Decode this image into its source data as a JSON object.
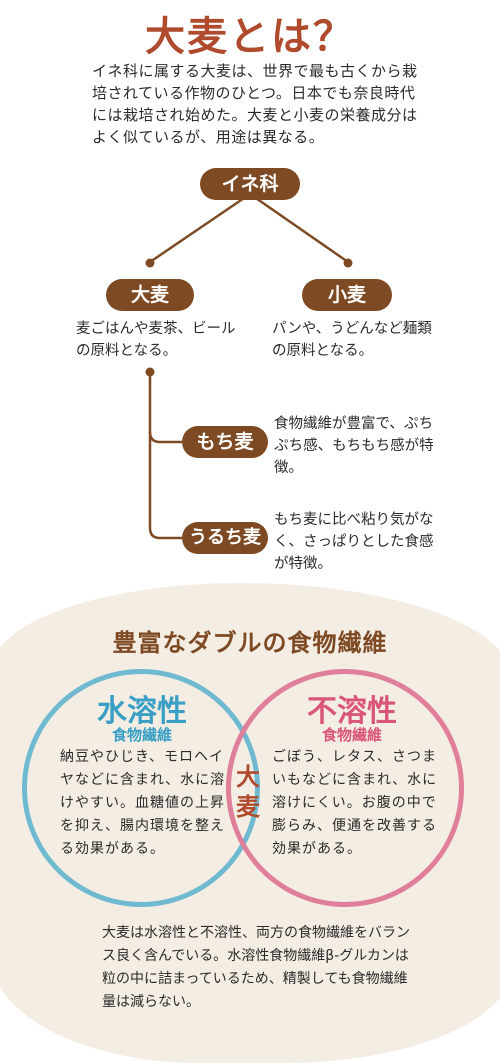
{
  "header": {
    "title": "大麦とは？",
    "intro": "イネ科に属する大麦は、世界で最も古くから栽培されている作物のひとつ。日本でも奈良時代には栽培され始めた。大麦と小麦の栄養成分はよく似ているが、用途は異なる。"
  },
  "tree": {
    "root": "イネ科",
    "left": {
      "label": "大麦",
      "desc": "麦ごはんや麦茶、ビールの原料となる。"
    },
    "right": {
      "label": "小麦",
      "desc": "パンや、うどんなど麺類の原料となる。"
    },
    "mochi": {
      "label": "もち麦",
      "desc": "食物繊維が豊富で、ぷちぷち感、もちもち感が特徴。"
    },
    "uruchi": {
      "label": "うるち麦",
      "desc": "もち麦に比べ粘り気がなく、さっぱりとした食感が特徴。"
    }
  },
  "fiber": {
    "title": "豊富なダブルの食物繊維",
    "water": {
      "label": "水溶性",
      "sub": "食物繊維",
      "desc": "納豆やひじき、モロヘイヤなどに含まれ、水に溶けやすい。血糖値の上昇を抑え、腸内環境を整える効果がある。",
      "color": "#3a9fc4"
    },
    "insoluble": {
      "label": "不溶性",
      "sub": "食物繊維",
      "desc": "ごぼう、レタス、さつまいもなどに含まれ、水に溶けにくい。お腹の中で膨らみ、便通を改善する効果がある。",
      "color": "#d9557a"
    },
    "center": "大麦",
    "summary": "大麦は水溶性と不溶性、両方の食物繊維をバランス良く含んでいる。水溶性食物繊維β-グルカンは粒の中に詰まっているため、精製しても食物繊維量は減らない。"
  },
  "colors": {
    "brown": "#7e4a23",
    "title_red": "#b04a2c",
    "blue": "#6fb9d1",
    "pink": "#e07f9b",
    "beige": "#f3ede4"
  }
}
